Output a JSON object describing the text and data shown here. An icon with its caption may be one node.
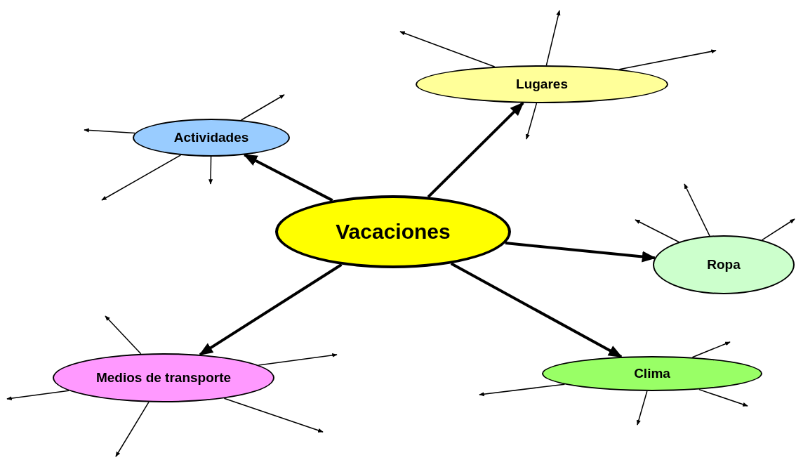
{
  "diagram": {
    "nodes": [
      {
        "text": [
          "Lugares"
        ]
      },
      {
        "text": [
          "Actividades"
        ]
      },
      {
        "text": [
          "Vacaciones"
        ]
      },
      {
        "text": [
          "Ropa"
        ]
      },
      {
        "text": [
          "Medios de transporte"
        ]
      },
      {
        "text": [
          "Clima"
        ]
      }
    ],
    "edges": [
      {
        "from": 2,
        "to": 0,
        "arrow": "to",
        "style": "thick"
      },
      {
        "from": 2,
        "to": 1,
        "arrow": "to",
        "style": "thick"
      },
      {
        "from": 2,
        "to": 3,
        "arrow": "to",
        "style": "thick"
      },
      {
        "from": 2,
        "to": 5,
        "arrow": "to",
        "style": "thick"
      },
      {
        "from": 2,
        "to": 4,
        "arrow": "to",
        "style": "thick"
      },
      {
        "from": 0,
        "to": null,
        "arrow": "to"
      },
      {
        "from": 0,
        "to": null,
        "arrow": "to"
      },
      {
        "from": 0,
        "to": null,
        "arrow": "to"
      },
      {
        "from": 0,
        "to": null,
        "arrow": "to"
      },
      {
        "from": 1,
        "to": null,
        "arrow": "to"
      },
      {
        "from": 1,
        "to": null,
        "arrow": "to"
      },
      {
        "from": 1,
        "to": null,
        "arrow": "to"
      },
      {
        "from": 1,
        "to": null,
        "arrow": "to"
      },
      {
        "from": 3,
        "to": null,
        "arrow": "to"
      },
      {
        "from": 3,
        "to": null,
        "arrow": "to"
      },
      {
        "from": 3,
        "to": null,
        "arrow": "to"
      },
      {
        "from": 4,
        "to": null,
        "arrow": "to"
      },
      {
        "from": 4,
        "to": null,
        "arrow": "to"
      },
      {
        "from": 4,
        "to": null,
        "arrow": "to"
      },
      {
        "from": 4,
        "to": null,
        "arrow": "to"
      },
      {
        "from": 4,
        "to": null,
        "arrow": "to"
      },
      {
        "from": 5,
        "to": null,
        "arrow": "to"
      },
      {
        "from": 5,
        "to": null,
        "arrow": "to"
      },
      {
        "from": 5,
        "to": null,
        "arrow": "to"
      },
      {
        "from": 5,
        "to": null,
        "arrow": "to"
      }
    ]
  }
}
